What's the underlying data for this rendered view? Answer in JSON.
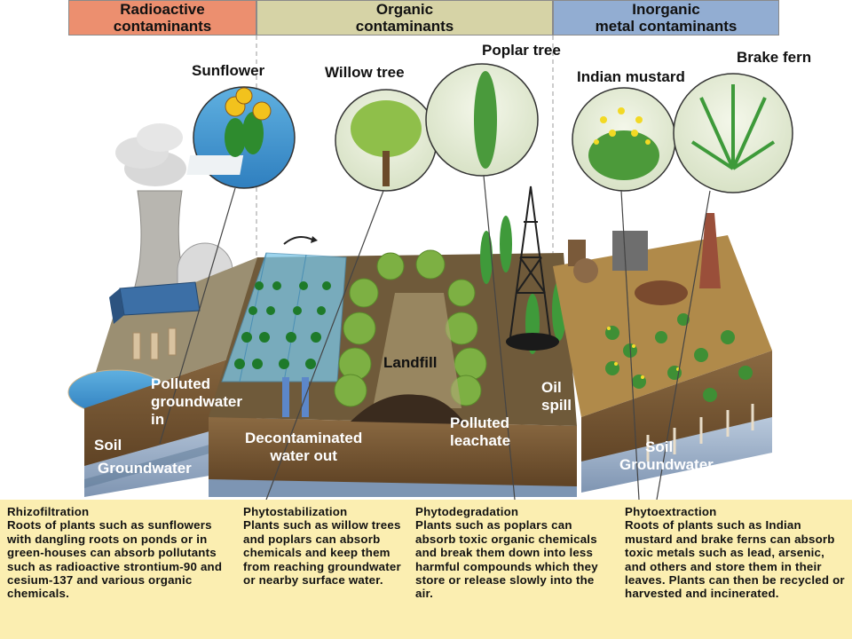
{
  "header": {
    "radioactive": "Radioactive\ncontaminants",
    "organic": "Organic\ncontaminants",
    "inorganic": "Inorganic\nmetal contaminants"
  },
  "plants": {
    "sunflower": "Sunflower",
    "willow": "Willow tree",
    "poplar": "Poplar tree",
    "mustard": "Indian mustard",
    "fern": "Brake fern"
  },
  "scene_labels": {
    "polluted_gw_in": "Polluted\ngroundwater\nin",
    "soil_left": "Soil",
    "groundwater_left": "Groundwater",
    "decontaminated": "Decontaminated\nwater out",
    "landfill": "Landfill",
    "leachate": "Polluted\nleachate",
    "oil_spill": "Oil\nspill",
    "soil_right": "Soil",
    "groundwater_right": "Groundwater"
  },
  "panels": [
    {
      "title": "Rhizofiltration",
      "body": "Roots of plants such as sunflowers with dangling roots on ponds or in green-houses can absorb pollutants such as radioactive strontium-90 and cesium-137 and various organic chemicals."
    },
    {
      "title": "Phytostabilization",
      "body": "Plants such as willow trees and poplars can absorb chemicals and keep them from reaching groundwater or nearby surface water."
    },
    {
      "title": "Phytodegradation",
      "body": "Plants such as poplars can absorb toxic organic chemicals and break them down into less harmful compounds which they store or release slowly into the air."
    },
    {
      "title": "Phytoextraction",
      "body": "Roots of plants such as Indian mustard and brake ferns can absorb toxic metals such as lead, arsenic, and others and store them in their leaves. Plants can then be recycled or harvested and incinerated."
    }
  ],
  "colors": {
    "radioactive_header": "#ec8f6f",
    "organic_header": "#d6d3a6",
    "inorganic_header": "#92add2",
    "panel_bg": "#fbeeb1"
  }
}
